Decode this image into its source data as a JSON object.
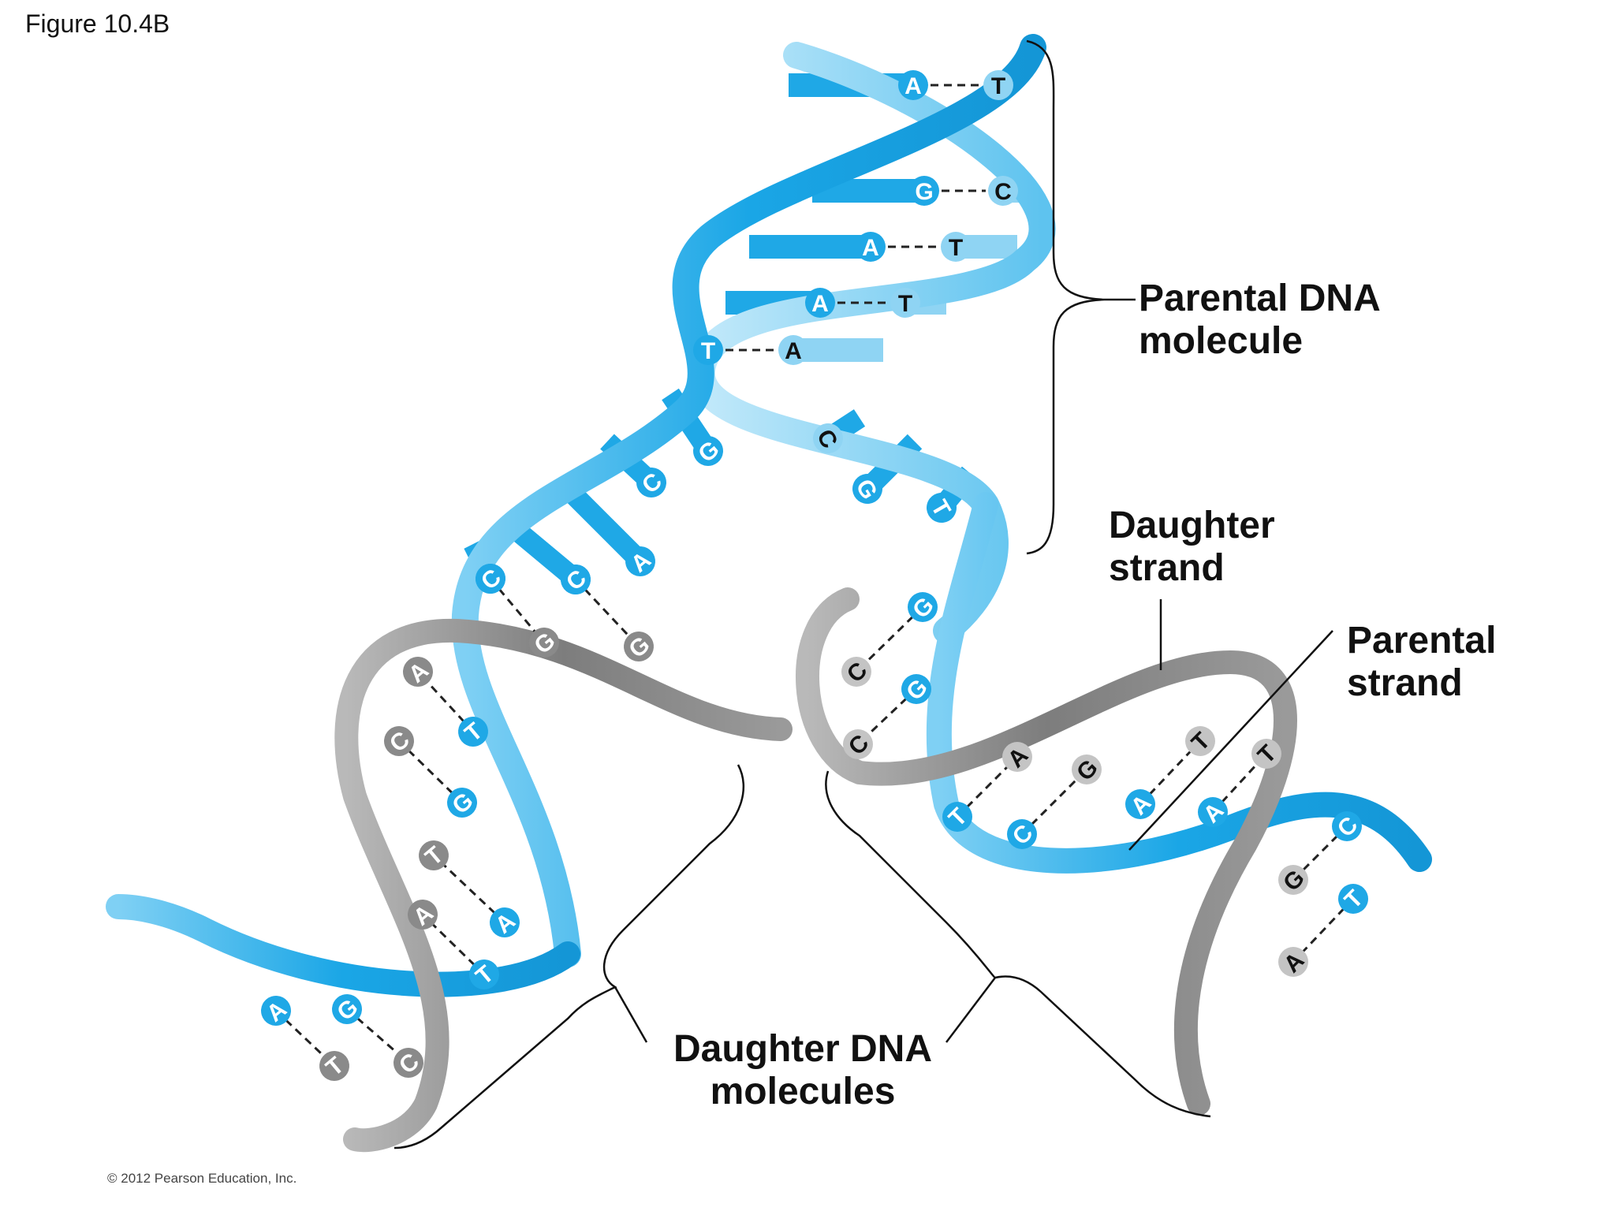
{
  "figure_title": "Figure 10.4B",
  "copyright": "© 2012 Pearson Education, Inc.",
  "labels": {
    "parental_dna_line1": "Parental DNA",
    "parental_dna_line2": "molecule",
    "daughter_strand_line1": "Daughter",
    "daughter_strand_line2": "strand",
    "parental_strand_line1": "Parental",
    "parental_strand_line2": "strand",
    "daughter_dna_line1": "Daughter DNA",
    "daughter_dna_line2": "molecules"
  },
  "colors": {
    "parental_blue": "#1fa8e6",
    "parental_blue_light": "#8fd4f3",
    "daughter_gray": "#8a8a8a",
    "daughter_gray_light": "#c4c4c4",
    "line": "#111111"
  },
  "bases": {
    "parental_top": [
      {
        "left": "A",
        "right": "T"
      },
      {
        "left": "G",
        "right": "C"
      },
      {
        "left": "A",
        "right": "T"
      },
      {
        "left": "A",
        "right": "T"
      },
      {
        "left": "T",
        "right": "A"
      }
    ],
    "unpaired_left": [
      "G",
      "C",
      "A",
      "C",
      "C"
    ],
    "unpaired_right": [
      "C",
      "G",
      "T"
    ],
    "left_daughter": [
      {
        "parent": "C",
        "daughter": "G"
      },
      {
        "parent": "C",
        "daughter": "G"
      },
      {
        "parent": "A",
        "daughter": "T"
      },
      {
        "parent": "G",
        "daughter": "C"
      },
      {
        "parent": "T",
        "daughter": "A"
      },
      {
        "parent": "T",
        "daughter": "A"
      },
      {
        "parent": "G",
        "daughter": "C"
      },
      {
        "parent": "A",
        "daughter": "T"
      }
    ],
    "right_daughter": [
      {
        "parent": "G",
        "daughter": "C"
      },
      {
        "parent": "G",
        "daughter": "C"
      },
      {
        "parent": "T",
        "daughter": "A"
      },
      {
        "parent": "C",
        "daughter": "G"
      },
      {
        "parent": "A",
        "daughter": "T"
      },
      {
        "parent": "A",
        "daughter": "T"
      },
      {
        "parent": "C",
        "daughter": "G"
      },
      {
        "parent": "T",
        "daughter": "A"
      }
    ]
  }
}
